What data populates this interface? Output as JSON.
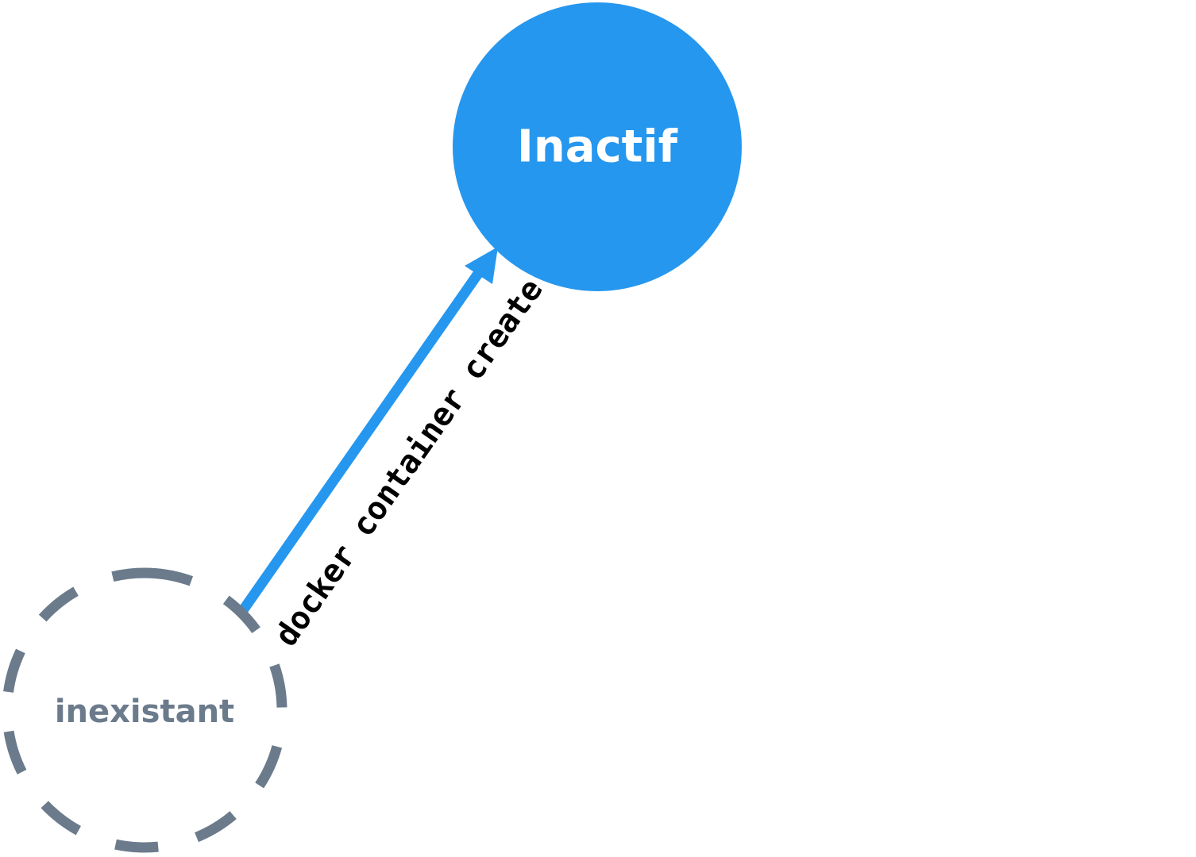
{
  "nodes": {
    "inactive": {
      "label": "Inactif",
      "fill": "#2697ee",
      "text_color": "#ffffff"
    },
    "nonexistent": {
      "label": "inexistant",
      "stroke": "#6b7b8c",
      "text_color": "#6b7b8c"
    }
  },
  "edges": {
    "create": {
      "label": "docker container create",
      "color": "#2697ee",
      "text_color": "#000000"
    }
  }
}
